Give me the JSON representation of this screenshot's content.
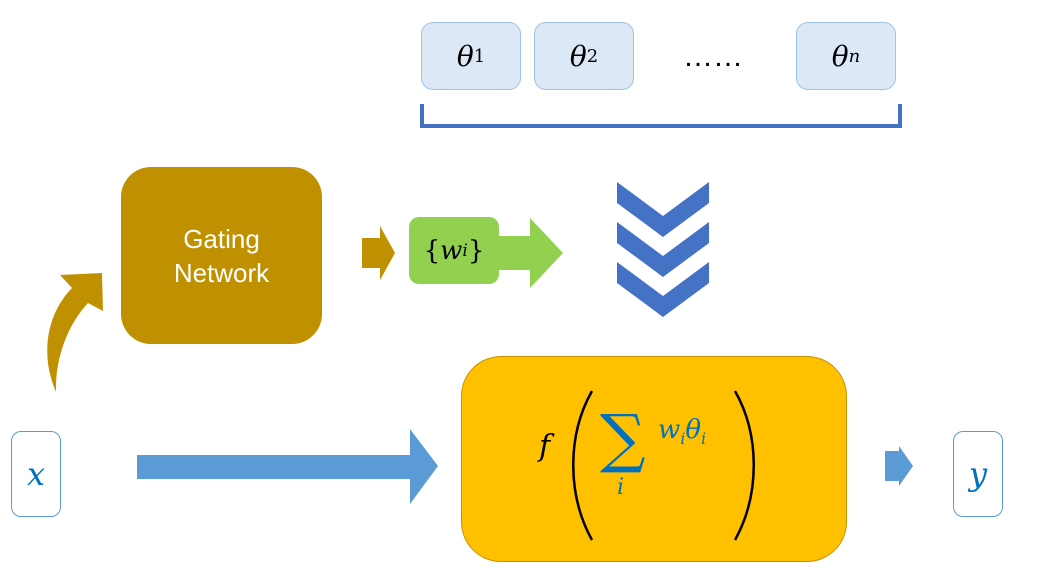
{
  "parameters": {
    "items": [
      {
        "symbol": "θ",
        "subscript": "1"
      },
      {
        "symbol": "θ",
        "subscript": "2"
      },
      {
        "symbol": "θ",
        "subscript": "n"
      }
    ],
    "ellipsis": "……"
  },
  "gating_network": {
    "line1": "Gating",
    "line2": "Network"
  },
  "weights": {
    "open": "{",
    "symbol": "w",
    "subscript": "i",
    "close": "}"
  },
  "function_box": {
    "f": "f",
    "sum_symbol": "∑",
    "sum_index": "i",
    "w": "w",
    "w_sub": "i",
    "theta": "θ",
    "theta_sub": "i"
  },
  "input": {
    "label": "x"
  },
  "output": {
    "label": "y"
  },
  "colors": {
    "theta_fill": "#dce8f6",
    "theta_border": "#9dc3e6",
    "bracket": "#4472c4",
    "gating": "#bf9000",
    "weights": "#92d050",
    "chevrons": "#4472c4",
    "function_fill": "#ffc000",
    "flow_arrow": "#5b9bd5",
    "io_text": "#0070c0"
  }
}
